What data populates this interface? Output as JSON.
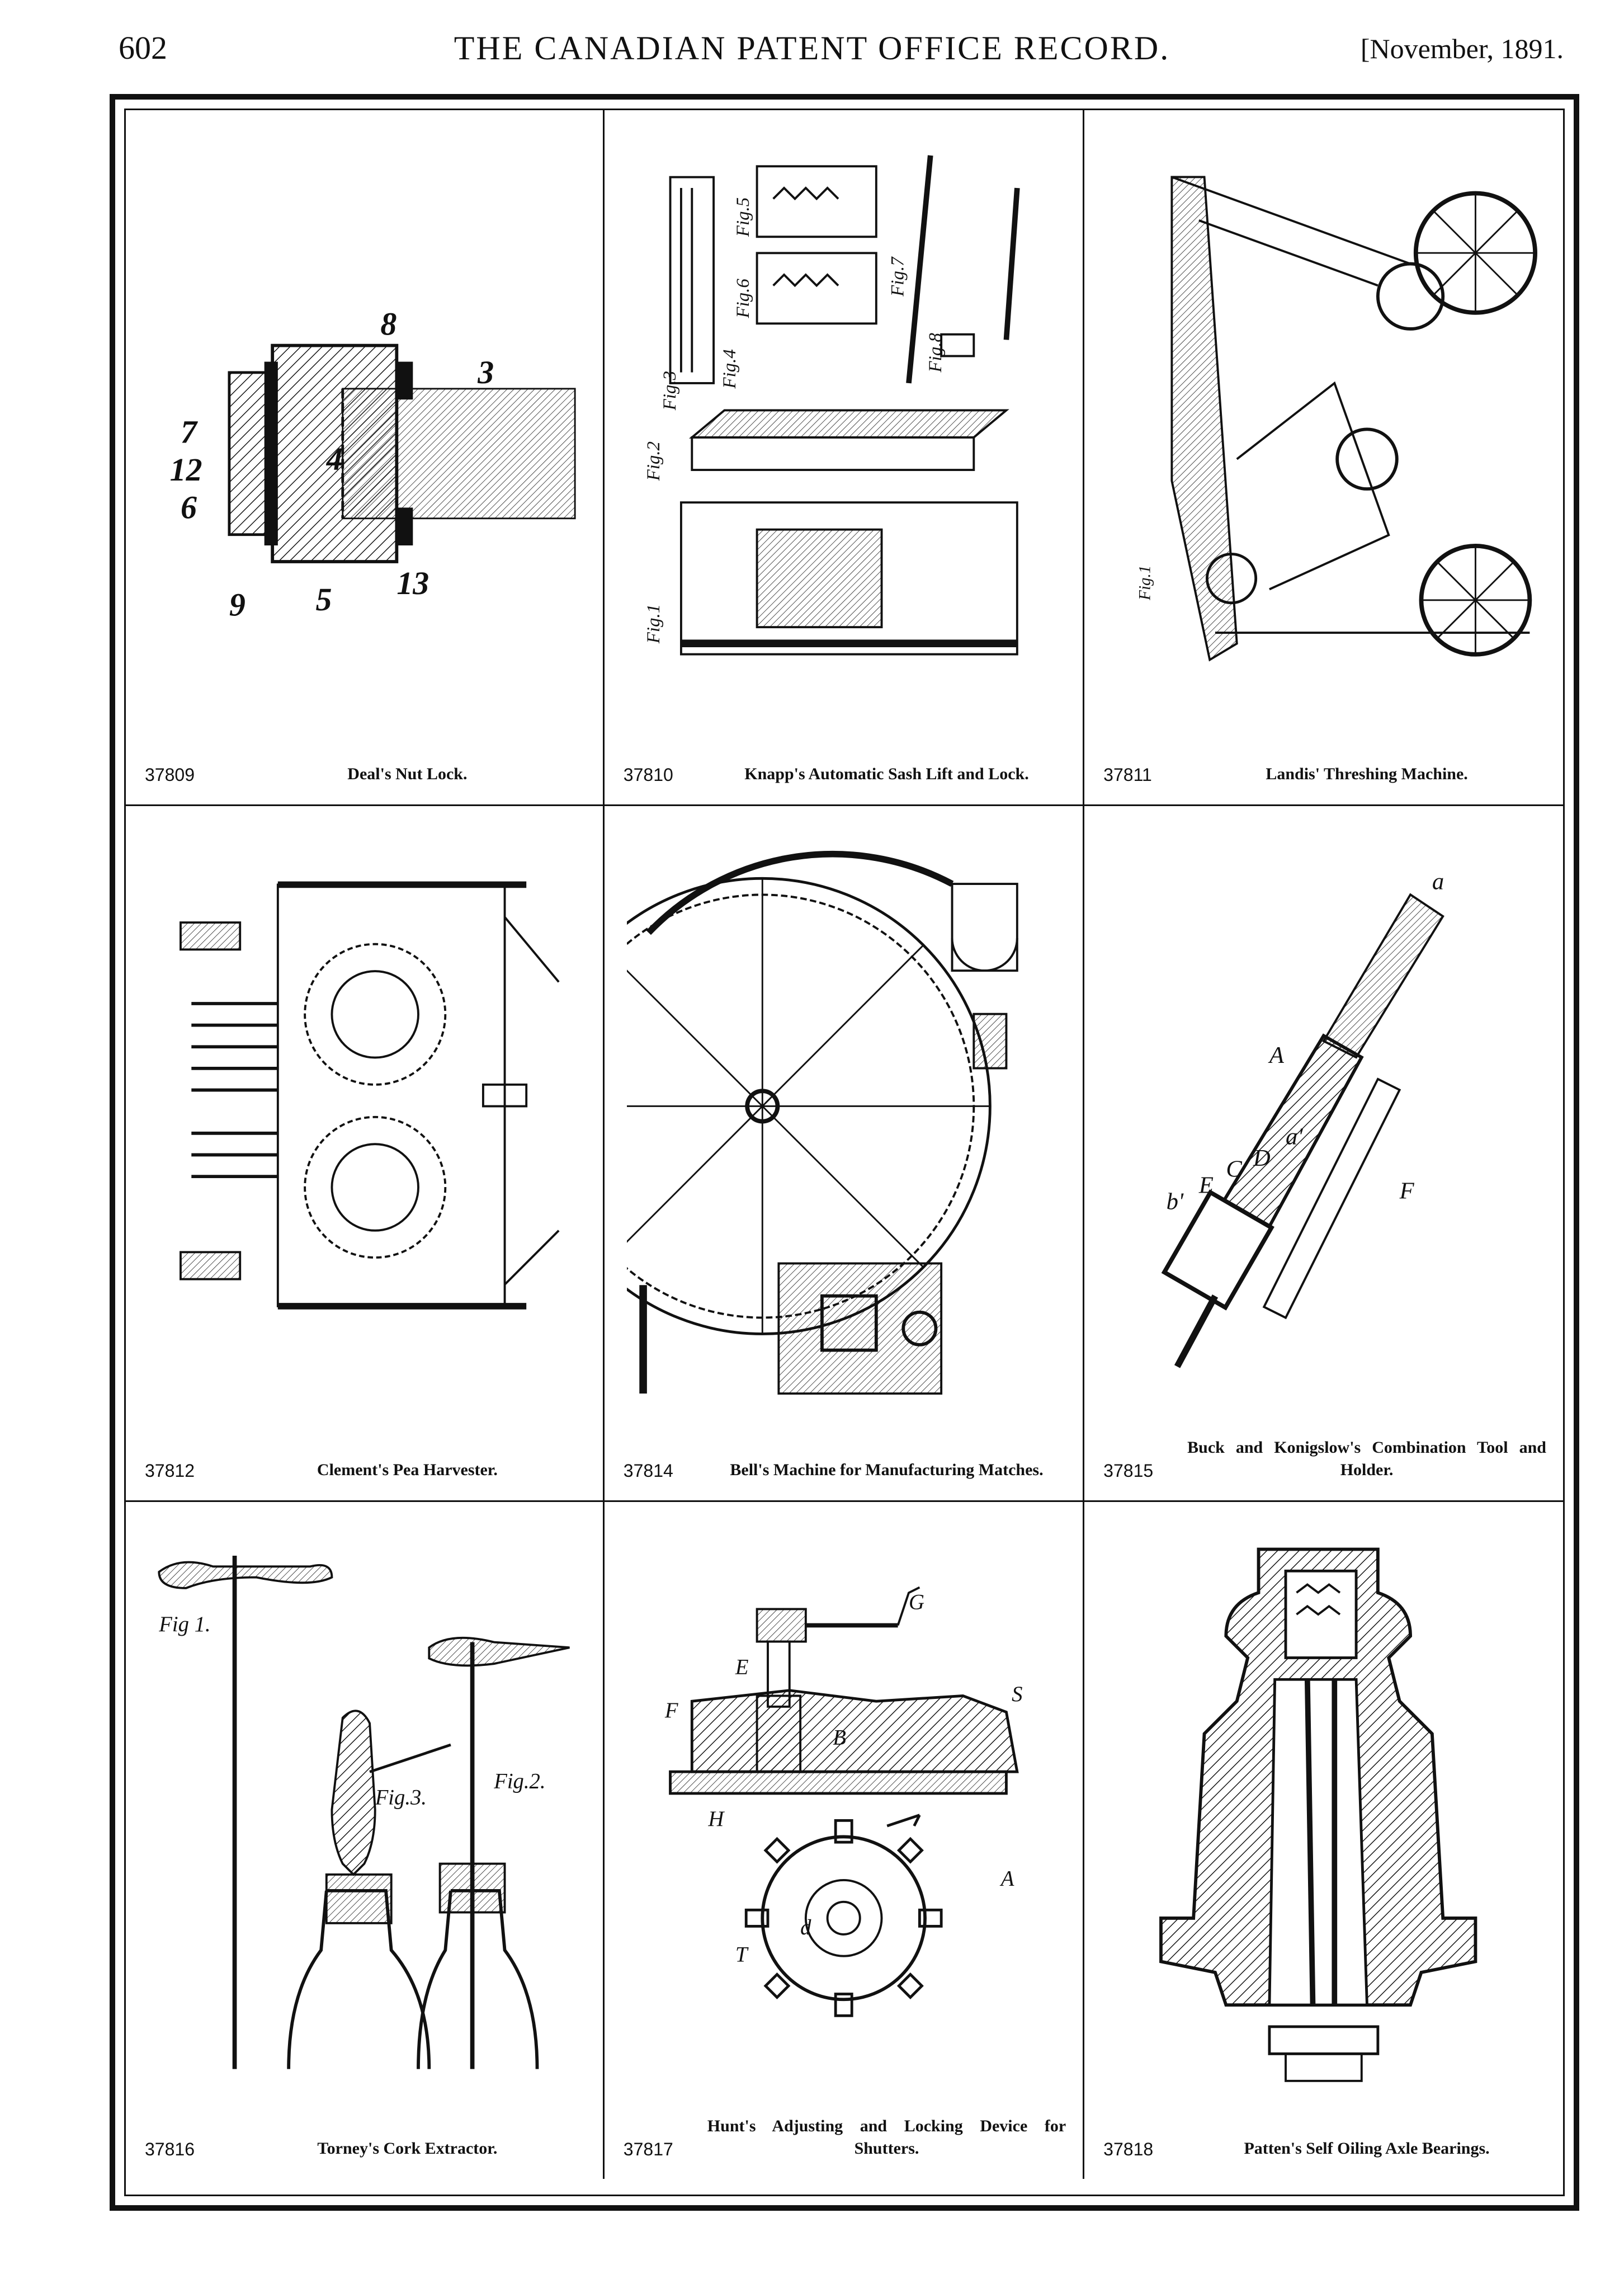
{
  "header": {
    "page_number": "602",
    "title": "THE CANADIAN PATENT OFFICE RECORD.",
    "date": "[November, 1891."
  },
  "patents": [
    {
      "number": "37809",
      "title": "Deal's Nut Lock.",
      "drawing_labels": [
        "8",
        "3",
        "7",
        "12",
        "4",
        "6",
        "9",
        "5",
        "13"
      ]
    },
    {
      "number": "37810",
      "title": "Knapp's Automatic Sash Lift and Lock.",
      "drawing_labels": [
        "Fig.1",
        "Fig.2",
        "Fig.3",
        "Fig.4",
        "Fig.5",
        "Fig.6",
        "Fig.7",
        "Fig.8"
      ]
    },
    {
      "number": "37811",
      "title": "Landis' Threshing Machine.",
      "drawing_labels": [
        "Fig.1"
      ]
    },
    {
      "number": "37812",
      "title": "Clement's Pea Harvester.",
      "drawing_labels": []
    },
    {
      "number": "37814",
      "title": "Bell's Machine for Manufacturing Matches.",
      "drawing_labels": []
    },
    {
      "number": "37815",
      "title": "Buck and Konigslow's Combination Tool and Holder.",
      "drawing_labels": [
        "a",
        "A",
        "a'",
        "D",
        "C",
        "E",
        "b'",
        "F"
      ]
    },
    {
      "number": "37816",
      "title": "Torney's Cork Extractor.",
      "drawing_labels": [
        "Fig 1.",
        "Fig.2.",
        "Fig.3."
      ]
    },
    {
      "number": "37817",
      "title": "Hunt's Adjusting and Locking Device for Shutters.",
      "drawing_labels": [
        "G",
        "E",
        "F",
        "B",
        "S",
        "H",
        "A",
        "T",
        "d"
      ]
    },
    {
      "number": "37818",
      "title": "Patten's Self Oiling Axle Bearings.",
      "drawing_labels": []
    }
  ]
}
